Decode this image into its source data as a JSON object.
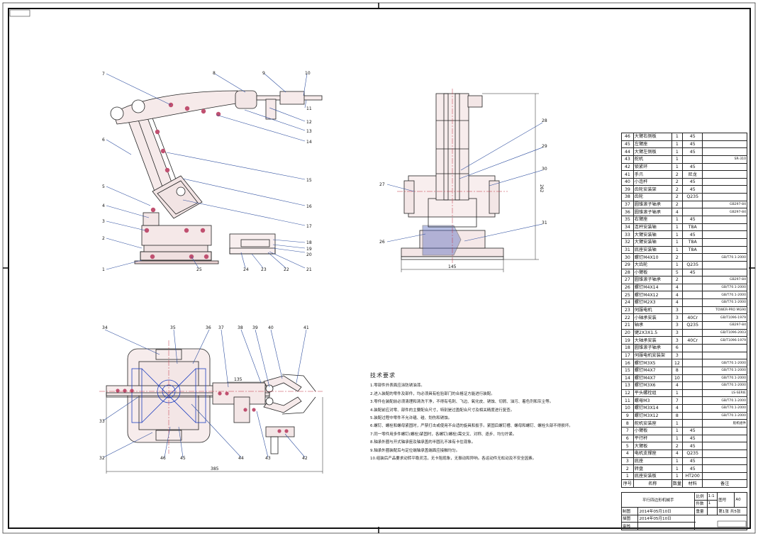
{
  "callouts": {
    "side": [
      "1",
      "2",
      "3",
      "4",
      "5",
      "6",
      "7",
      "8",
      "9",
      "10",
      "11",
      "12",
      "13",
      "14",
      "15",
      "16",
      "17",
      "18",
      "19",
      "20",
      "21",
      "22",
      "23",
      "24",
      "25"
    ],
    "front": [
      "26",
      "27",
      "28",
      "29",
      "30",
      "31"
    ],
    "top": [
      "32",
      "33",
      "34",
      "35",
      "36",
      "37",
      "38",
      "39",
      "40",
      "41",
      "42",
      "43",
      "44",
      "45",
      "46"
    ]
  },
  "dimensions": {
    "front_height": "262",
    "front_width": "145",
    "top_total": "385",
    "top_small": "135"
  },
  "tech_requirements": {
    "title": "技术要求",
    "lines": [
      "1.零部件外表面应涂防锈油漆。",
      "2.进入装配的零件及部件，均必须具有检验部门的合格证方能进行装配。",
      "3.零件在装配前必须清理和清洗干净，不得有毛刺、飞边、氧化皮、锈蚀、切屑、油污、着色剂和灰尘等。",
      "4.装配前应对零、部件的主要配合尺寸，特别是过盈配合尺寸及相关精度进行复查。",
      "5.装配过程中零件不允许磕、碰、划伤和锈蚀。",
      "6.螺钉、螺栓和螺母紧固时，严禁打击或使用不合适的旋具和扳手。紧固后螺钉槽、螺母和螺钉、螺栓头部不得损坏。",
      "7.同一零件用多件螺钉(螺栓)紧固时，各螺钉(螺栓)需交叉、对称、逐步、均匀拧紧。",
      "8.轴承外圈与开式轴承座及轴承盖的半圆孔不准有卡住现象。",
      "9.轴承外圈装配后与定位端轴承盖端面应接触均匀。",
      "10.组装后产品要求动转平稳灵活，无卡阻现象，无振动和异响。各运动件无松动及不安全因素。"
    ]
  },
  "bom": [
    {
      "no": "46",
      "name": "大臂右侧板",
      "qty": "1",
      "mat": "45",
      "std": ""
    },
    {
      "no": "45",
      "name": "左臂座",
      "qty": "1",
      "mat": "45",
      "std": ""
    },
    {
      "no": "44",
      "name": "大臂左侧板",
      "qty": "1",
      "mat": "45",
      "std": ""
    },
    {
      "no": "43",
      "name": "舵机",
      "qty": "1",
      "mat": "",
      "std": "SR-310"
    },
    {
      "no": "42",
      "name": "锁紧环",
      "qty": "1",
      "mat": "45",
      "std": ""
    },
    {
      "no": "41",
      "name": "手爪",
      "qty": "2",
      "mat": "尼龙",
      "std": ""
    },
    {
      "no": "40",
      "name": "小连杆",
      "qty": "2",
      "mat": "45",
      "std": ""
    },
    {
      "no": "39",
      "name": "齿轮安装架",
      "qty": "2",
      "mat": "45",
      "std": ""
    },
    {
      "no": "38",
      "name": "齿轮",
      "qty": "2",
      "mat": "Q235",
      "std": ""
    },
    {
      "no": "37",
      "name": "圆锥滚子轴承",
      "qty": "2",
      "mat": "",
      "std": "GB297-84"
    },
    {
      "no": "36",
      "name": "圆锥滚子轴承",
      "qty": "4",
      "mat": "",
      "std": "GB297-84"
    },
    {
      "no": "35",
      "name": "右臂座",
      "qty": "1",
      "mat": "45",
      "std": ""
    },
    {
      "no": "34",
      "name": "连杆安装轴",
      "qty": "1",
      "mat": "T8A",
      "std": ""
    },
    {
      "no": "33",
      "name": "大臂安装轴",
      "qty": "1",
      "mat": "45",
      "std": ""
    },
    {
      "no": "32",
      "name": "大臂安装轴",
      "qty": "1",
      "mat": "T8A",
      "std": ""
    },
    {
      "no": "31",
      "name": "底座安装轴",
      "qty": "1",
      "mat": "T8A",
      "std": ""
    },
    {
      "no": "30",
      "name": "螺钉M4X10",
      "qty": "2",
      "mat": "",
      "std": "GB/T70.1-2000"
    },
    {
      "no": "29",
      "name": "大齿轮",
      "qty": "1",
      "mat": "Q235",
      "std": ""
    },
    {
      "no": "28",
      "name": "小臂板",
      "qty": "5",
      "mat": "45",
      "std": ""
    },
    {
      "no": "27",
      "name": "圆锥滚子轴承",
      "qty": "2",
      "mat": "",
      "std": "GB297-84"
    },
    {
      "no": "26",
      "name": "螺钉M4X14",
      "qty": "4",
      "mat": "",
      "std": "GB/T70.1-2000"
    },
    {
      "no": "25",
      "name": "螺钉M4X12",
      "qty": "4",
      "mat": "",
      "std": "GB/T70.1-2000"
    },
    {
      "no": "24",
      "name": "螺钉M2X3",
      "qty": "4",
      "mat": "",
      "std": "GB/T70.1-2000"
    },
    {
      "no": "23",
      "name": "伺服电机",
      "qty": "3",
      "mat": "",
      "std": "TOWER-PRO MG90"
    },
    {
      "no": "22",
      "name": "小轴承安装",
      "qty": "3",
      "mat": "40Cr",
      "std": "GB/T1096-1979"
    },
    {
      "no": "21",
      "name": "轴承",
      "qty": "3",
      "mat": "Q235",
      "std": "GB297-84"
    },
    {
      "no": "20",
      "name": "键2X3X1.5",
      "qty": "3",
      "mat": "",
      "std": "GB/T1096-2003"
    },
    {
      "no": "19",
      "name": "大轴承安装",
      "qty": "3",
      "mat": "40Cr",
      "std": "GB/T1096-1979"
    },
    {
      "no": "18",
      "name": "圆锥滚子轴承",
      "qty": "6",
      "mat": "",
      "std": ""
    },
    {
      "no": "17",
      "name": "伺服电机安装架",
      "qty": "3",
      "mat": "",
      "std": ""
    },
    {
      "no": "16",
      "name": "螺钉M3X5",
      "qty": "12",
      "mat": "",
      "std": "GB/T70.1-2000"
    },
    {
      "no": "15",
      "name": "螺钉M4X7",
      "qty": "8",
      "mat": "",
      "std": "GB/T70.1-2000"
    },
    {
      "no": "14",
      "name": "螺钉M4X7",
      "qty": "10",
      "mat": "",
      "std": "GB/T70.1-2000"
    },
    {
      "no": "13",
      "name": "螺钉M3X6",
      "qty": "4",
      "mat": "",
      "std": "GB/T70.1-2000"
    },
    {
      "no": "12",
      "name": "平头螺栓组",
      "qty": "1",
      "mat": "",
      "std": "LS-SERIE"
    },
    {
      "no": "11",
      "name": "螺母M3",
      "qty": "7",
      "mat": "",
      "std": "GB/T70.1-2000"
    },
    {
      "no": "10",
      "name": "螺钉M3X14",
      "qty": "4",
      "mat": "",
      "std": "GB/T70.1-2000"
    },
    {
      "no": "9",
      "name": "螺钉M3X12",
      "qty": "8",
      "mat": "",
      "std": "GB/T70.1-2000"
    },
    {
      "no": "8",
      "name": "舵机安装座",
      "qty": "1",
      "mat": "",
      "std": "舵机组件"
    },
    {
      "no": "7",
      "name": "小臂板",
      "qty": "1",
      "mat": "45",
      "std": ""
    },
    {
      "no": "6",
      "name": "平行杆",
      "qty": "1",
      "mat": "45",
      "std": ""
    },
    {
      "no": "5",
      "name": "大臂板",
      "qty": "2",
      "mat": "45",
      "std": ""
    },
    {
      "no": "4",
      "name": "电机支撑座",
      "qty": "4",
      "mat": "Q235",
      "std": ""
    },
    {
      "no": "3",
      "name": "底座",
      "qty": "1",
      "mat": "45",
      "std": ""
    },
    {
      "no": "2",
      "name": "转盘",
      "qty": "1",
      "mat": "45",
      "std": ""
    },
    {
      "no": "1",
      "name": "底座安装板",
      "qty": "1",
      "mat": "HT200",
      "std": ""
    }
  ],
  "bom_header": {
    "no": "序号",
    "name": "名称",
    "qty": "数量",
    "mat": "材料",
    "std": "备注"
  },
  "title_block": {
    "drawing_title": "平行四边形机械手",
    "scale_label": "比例",
    "scale": "1:1",
    "count_label": "件数",
    "count": "1",
    "sheet_no_label": "图号",
    "sheet_no": "A0",
    "drawn_label": "制图",
    "drawn_date": "2014年05月10日",
    "weight_label": "重量",
    "sheet_label": "第1张 共5张",
    "check_label": "描图",
    "check_date": "2014年05月10日",
    "review_label": "审核"
  }
}
